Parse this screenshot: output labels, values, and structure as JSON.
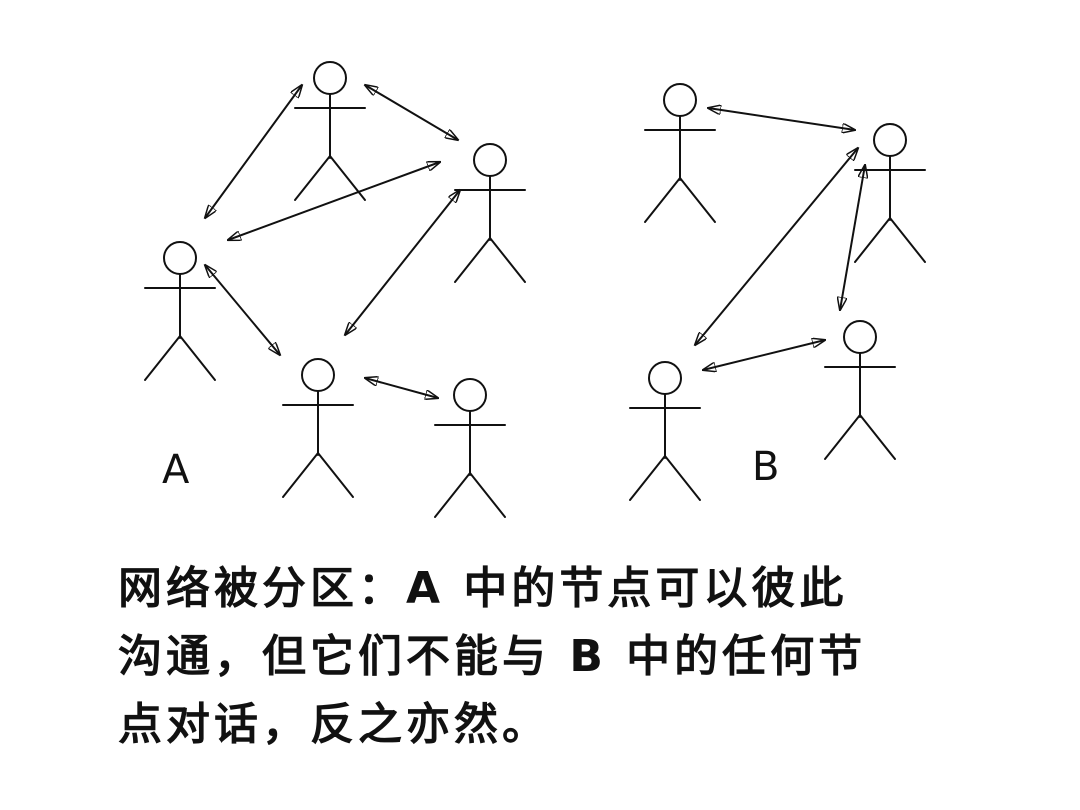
{
  "groups": {
    "a_label": "A",
    "b_label": "B"
  },
  "caption": {
    "lines": [
      "网络被分区：A 中的节点可以彼此",
      "沟通，但它们不能与 B 中的任何节",
      "点对话，反之亦然。"
    ]
  },
  "colors": {
    "ink": "#111111",
    "background": "#ffffff"
  }
}
